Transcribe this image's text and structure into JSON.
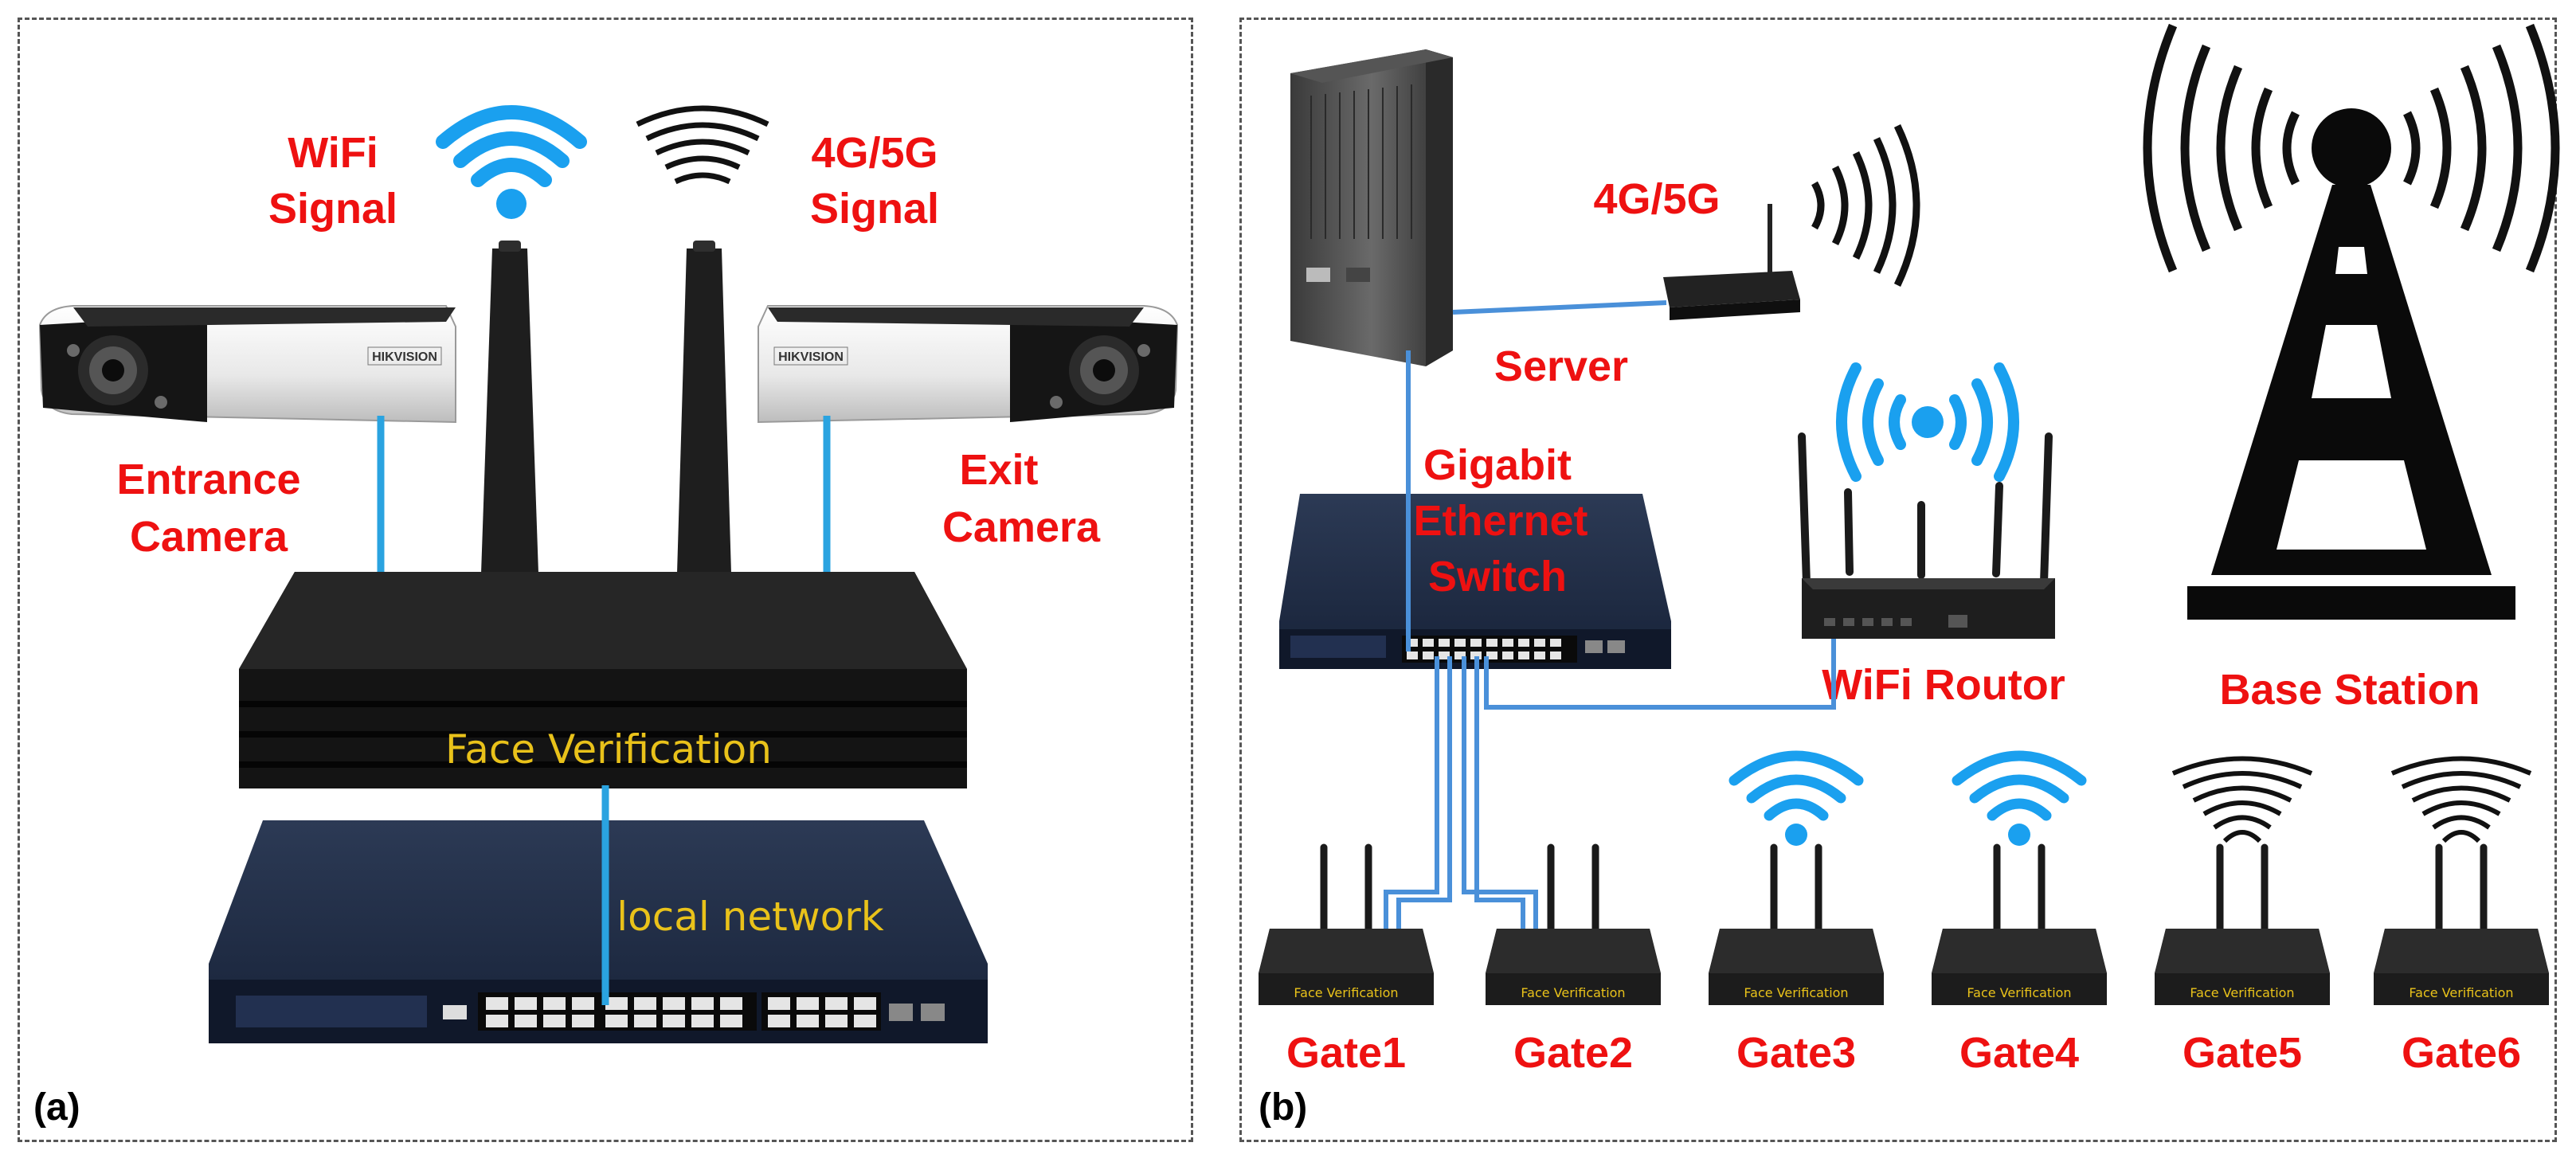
{
  "panel_a": {
    "panel_label": "(a)",
    "wifi_label_line1": "WiFi",
    "wifi_label_line2": "Signal",
    "cellular_label_line1": "4G/5G",
    "cellular_label_line2": "Signal",
    "entrance_camera_line1": "Entrance",
    "entrance_camera_line2": "Camera",
    "exit_camera_line1": "Exit",
    "exit_camera_line2": "Camera",
    "device_text": "Face Verification",
    "network_text": "local network",
    "camera_brand": "HIKVISION"
  },
  "panel_b": {
    "panel_label": "(b)",
    "server_label": "Server",
    "cellular_label": "4G/5G",
    "switch_label_line1": "Gigabit",
    "switch_label_line2": "Ethernet",
    "switch_label_line3": "Switch",
    "router_label": "WiFi Routor",
    "base_station_label": "Base Station",
    "gate_device_text": "Face Verification",
    "gates": [
      {
        "label": "Gate1",
        "signal": "wired"
      },
      {
        "label": "Gate2",
        "signal": "wired"
      },
      {
        "label": "Gate3",
        "signal": "wifi"
      },
      {
        "label": "Gate4",
        "signal": "wifi"
      },
      {
        "label": "Gate5",
        "signal": "cellular"
      },
      {
        "label": "Gate6",
        "signal": "cellular"
      }
    ]
  },
  "colors": {
    "label_red": "#ee1111",
    "wifi_blue": "#1aa0ef",
    "cable_blue": "#4a90d9",
    "device_black": "#1b1b1b",
    "text_gold": "#e9c21a"
  }
}
